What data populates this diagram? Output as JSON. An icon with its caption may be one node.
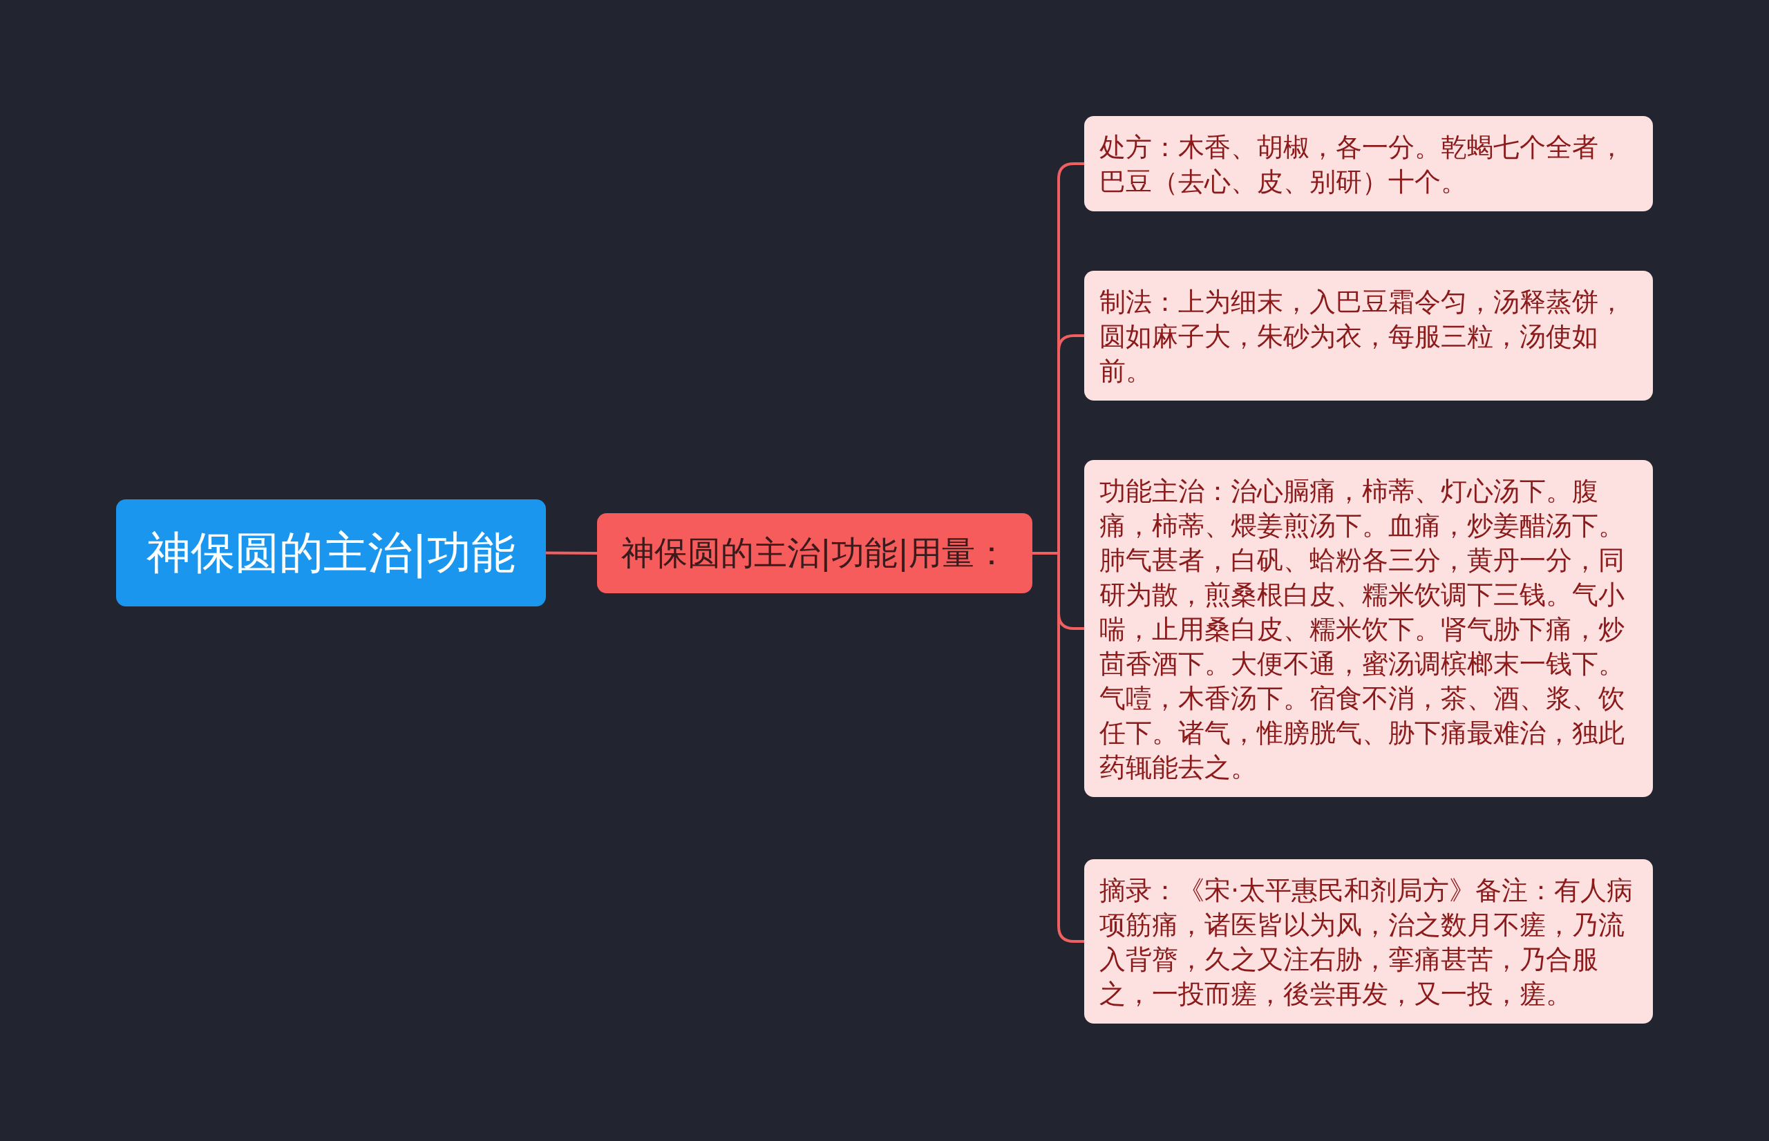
{
  "diagram": {
    "nodes": [
      {
        "text": [
          "神保圆的主治|功能"
        ]
      },
      {
        "text": [
          "神保圆的主治|功能|用量："
        ]
      },
      {
        "text": [
          "处方：木香、胡椒，各一分。乾蝎七个全者，巴豆（去心、皮、别研）十个。"
        ]
      },
      {
        "text": [
          "制法：上为细末，入巴豆霜令匀，汤释蒸饼，圆如麻子大，朱砂为衣，每服三粒，汤使如前。"
        ]
      },
      {
        "text": [
          "功能主治：治心膈痛，柿蒂、灯心汤下。腹痛，柿蒂、煨姜煎汤下。血痛，炒姜醋汤下。肺气甚者，白矾、蛤粉各三分，黄丹一分，同研为散，煎桑根白皮、糯米饮调下三钱。气小喘，止用桑白皮、糯米饮下。肾气胁下痛，炒茴香酒下。大便不通，蜜汤调槟榔末一钱下。气噎，木香汤下。宿食不消，茶、酒、浆、饮任下。诸气，惟膀胱气、胁下痛最难治，独此药辄能去之。"
        ]
      },
      {
        "text": [
          "摘录：《宋·太平惠民和剂局方》备注：有人病项筋痛，诸医皆以为风，治之数月不瘥，乃流入背膂，久之又注右胁，挛痛甚苦，乃合服之，一投而瘥，後尝再发，又一投，瘥。"
        ]
      }
    ],
    "edges": [
      {
        "from": 0,
        "to": 1,
        "arrow": "none"
      },
      {
        "from": 1,
        "to": 2,
        "arrow": "none"
      },
      {
        "from": 1,
        "to": 3,
        "arrow": "none"
      },
      {
        "from": 1,
        "to": 4,
        "arrow": "none"
      },
      {
        "from": 1,
        "to": 5,
        "arrow": "none"
      }
    ]
  }
}
